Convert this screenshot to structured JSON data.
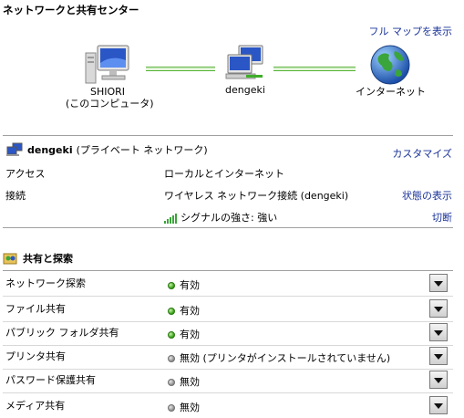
{
  "page_title": "ネットワークと共有センター",
  "full_map_link": "フル マップを表示",
  "nodes": {
    "computer": {
      "name": "SHIORI",
      "sub": "(このコンピュータ)"
    },
    "network": {
      "name": "dengeki"
    },
    "internet": {
      "name": "インターネット"
    }
  },
  "network_info": {
    "name": "dengeki",
    "type": "(プライベート ネットワーク)",
    "customize": "カスタマイズ",
    "access_label": "アクセス",
    "access_value": "ローカルとインターネット",
    "connection_label": "接続",
    "connection_value": "ワイヤレス ネットワーク接続 (dengeki)",
    "view_status": "状態の表示",
    "signal_value": "シグナルの強さ: 強い",
    "disconnect": "切断"
  },
  "sharing": {
    "header": "共有と探索",
    "rows": [
      {
        "label": "ネットワーク探索",
        "value": "有効",
        "on": true
      },
      {
        "label": "ファイル共有",
        "value": "有効",
        "on": true
      },
      {
        "label": "パブリック フォルダ共有",
        "value": "有効",
        "on": true
      },
      {
        "label": "プリンタ共有",
        "value": "無効 (プリンタがインストールされていません)",
        "on": false
      },
      {
        "label": "パスワード保護共有",
        "value": "無効",
        "on": false
      },
      {
        "label": "メディア共有",
        "value": "無効",
        "on": false
      }
    ]
  }
}
